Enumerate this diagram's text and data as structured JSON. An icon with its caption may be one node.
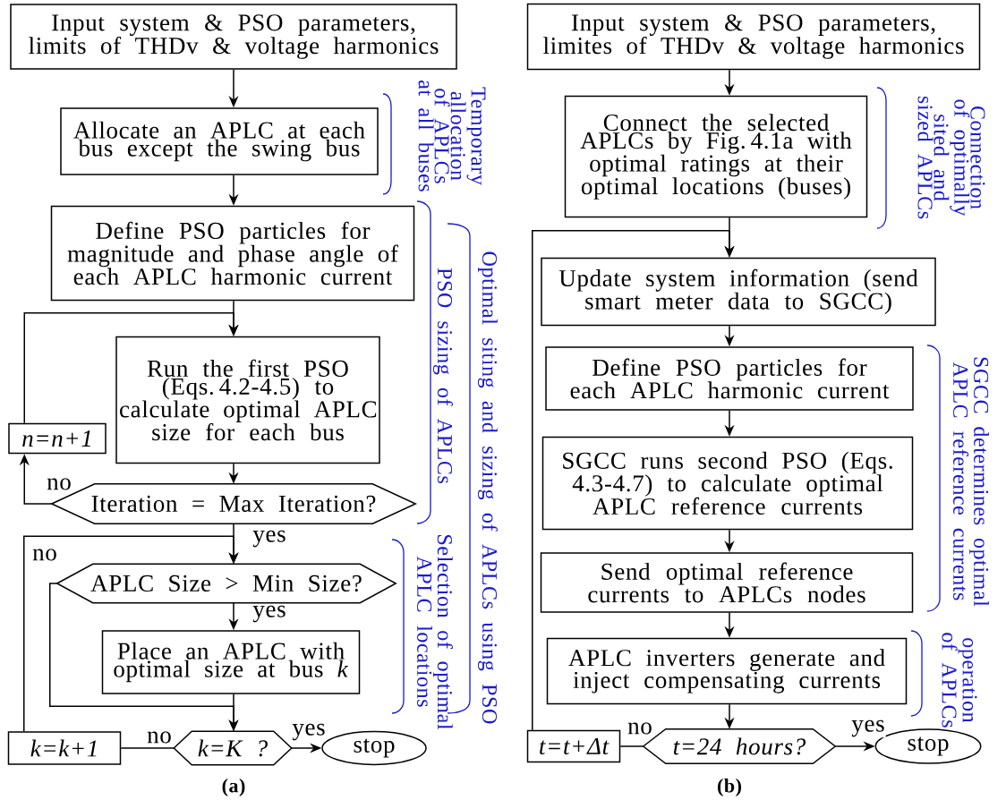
{
  "diagram": {
    "nodes": [
      {
        "text": [
          "Input system & PSO parameters, limits of THDv & voltage harmonics"
        ]
      },
      {
        "text": [
          "Allocate an APLC at each bus except the swing bus"
        ]
      },
      {
        "text": [
          "Define PSO particles for magnitude and phase angle of each APLC harmonic current"
        ]
      },
      {
        "text": [
          "Run the first PSO (Eqs. 4.2-4.5) to calculate optimal APLC size for each bus"
        ]
      },
      {
        "text": [
          "Iteration = Max Iteration?"
        ]
      },
      {
        "text": [
          "n=n+1"
        ]
      },
      {
        "text": [
          "APLC Size > Min Size?"
        ]
      },
      {
        "text": [
          "Place an APLC with optimal size at bus *k*"
        ]
      },
      {
        "text": [
          "k=K ?"
        ]
      },
      {
        "text": [
          "stop"
        ]
      },
      {
        "text": [
          "k=k+1"
        ]
      },
      {
        "text": [
          "Input system & PSO parameters, limites of THDv & voltage harmonics"
        ]
      },
      {
        "text": [
          "Connect the selected APLCs by Fig. 4.1a with optimal ratings at their optimal locations (buses)"
        ]
      },
      {
        "text": [
          "Update system information (send smart meter data to SGCC)"
        ]
      },
      {
        "text": [
          "Define PSO particles for each APLC harmonic current"
        ]
      },
      {
        "text": [
          "SGCC runs second PSO (Eqs. 4.3-4.7) to calculate optimal APLC reference currents"
        ]
      },
      {
        "text": [
          "Send optimal reference currents to APLCs nodes"
        ]
      },
      {
        "text": [
          "APLC inverters generate and inject compensating currents"
        ]
      },
      {
        "text": [
          "t=24 hours?"
        ]
      },
      {
        "text": [
          "stop"
        ]
      },
      {
        "text": [
          "t=t+Δt"
        ]
      }
    ],
    "edges": [
      {
        "from": 0,
        "to": 1,
        "arrow": "to"
      },
      {
        "from": 1,
        "to": 2,
        "arrow": "to"
      },
      {
        "from": 2,
        "to": 3,
        "arrow": "to"
      },
      {
        "from": 3,
        "to": 4,
        "arrow": "to"
      },
      {
        "from": 4,
        "to": 5,
        "arrow": "to",
        "label": "no"
      },
      {
        "from": 5,
        "to": 3,
        "arrow": "to"
      },
      {
        "from": 4,
        "to": 6,
        "arrow": "to",
        "label": "yes"
      },
      {
        "from": 6,
        "to": 7,
        "arrow": "to",
        "label": "yes"
      },
      {
        "from": 6,
        "to": 8,
        "arrow": "to",
        "label": "no"
      },
      {
        "from": 7,
        "to": 8,
        "arrow": "to"
      },
      {
        "from": 8,
        "to": 9,
        "arrow": "to",
        "label": "yes"
      },
      {
        "from": 8,
        "to": 10,
        "arrow": "none",
        "label": "no"
      },
      {
        "from": 10,
        "to": 6,
        "arrow": "to"
      },
      {
        "from": 11,
        "to": 12,
        "arrow": "to"
      },
      {
        "from": 12,
        "to": 13,
        "arrow": "to"
      },
      {
        "from": 13,
        "to": 14,
        "arrow": "to"
      },
      {
        "from": 14,
        "to": 15,
        "arrow": "to"
      },
      {
        "from": 15,
        "to": 16,
        "arrow": "to"
      },
      {
        "from": 16,
        "to": 17,
        "arrow": "to"
      },
      {
        "from": 17,
        "to": 18,
        "arrow": "to"
      },
      {
        "from": 18,
        "to": 19,
        "arrow": "to",
        "label": "yes"
      },
      {
        "from": 18,
        "to": 20,
        "arrow": "none",
        "label": "no"
      },
      {
        "from": 20,
        "to": 13,
        "arrow": "to"
      }
    ],
    "labels": [
      "Temporary allocation of APLCs at all buses",
      "PSO sizing of APLCs",
      "Optimal siting and sizing of APLCs using PSO",
      "Selection of optimal APLC locations",
      "(a)",
      "Connection of optimally sited and sized APLCs",
      "SGCC determines optimal APLC reference currents",
      "operation of APLCs",
      "(b)"
    ]
  }
}
